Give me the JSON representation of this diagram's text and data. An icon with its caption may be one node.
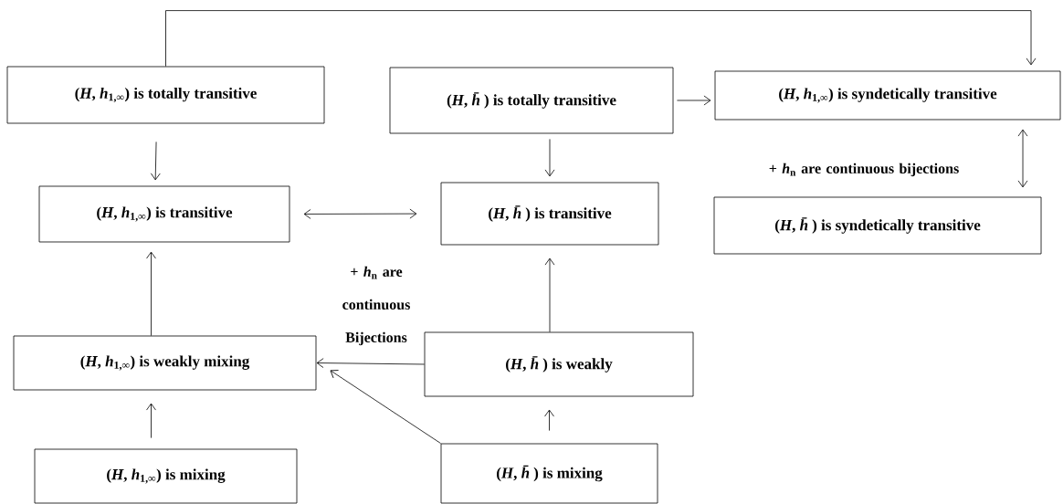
{
  "diagram": {
    "nodes": [
      {
        "text": [
          "(*H*, *h*$_{1,∞}$) is totally transitive"
        ]
      },
      {
        "text": [
          "(*H*, *h̄*) is totally transitive"
        ]
      },
      {
        "text": [
          "(*H*, *h*$_{1,∞}$) is syndetically transitive"
        ]
      },
      {
        "text": [
          "(*H*, *h*$_{1,∞}$) is transitive"
        ]
      },
      {
        "text": [
          "(*H*, *h̄*) is transitive"
        ]
      },
      {
        "text": [
          "(*H*, *h̄*) is syndetically transitive"
        ]
      },
      {
        "text": [
          "(*H*, *h*$_{1,∞}$) is weakly mixing"
        ]
      },
      {
        "text": [
          "(*H*, *h̄*) is weakly"
        ]
      },
      {
        "text": [
          "(*H*, *h*$_{1,∞}$) is mixing"
        ]
      },
      {
        "text": [
          "(*H*, *h̄*) is mixing"
        ]
      }
    ],
    "edges": [
      {
        "from": 0,
        "to": 2,
        "arrow": "to"
      },
      {
        "from": 1,
        "to": 2,
        "arrow": "to"
      },
      {
        "from": 0,
        "to": 3,
        "arrow": "to"
      },
      {
        "from": 1,
        "to": 4,
        "arrow": "to"
      },
      {
        "from": 3,
        "to": 4,
        "arrow": "both"
      },
      {
        "from": 2,
        "to": 5,
        "arrow": "both",
        "label": "+ *h*$_{n}$ are continuous bijections"
      },
      {
        "from": 6,
        "to": 3,
        "arrow": "to"
      },
      {
        "from": 7,
        "to": 4,
        "arrow": "to"
      },
      {
        "from": 7,
        "to": 6,
        "arrow": "to"
      },
      {
        "from": 9,
        "to": 6,
        "arrow": "to"
      },
      {
        "from": 8,
        "to": 6,
        "arrow": "to"
      },
      {
        "from": 9,
        "to": 7,
        "arrow": "to"
      }
    ],
    "labels": [
      "+ *h*$_{n}$ are continuous Bijections"
    ]
  }
}
